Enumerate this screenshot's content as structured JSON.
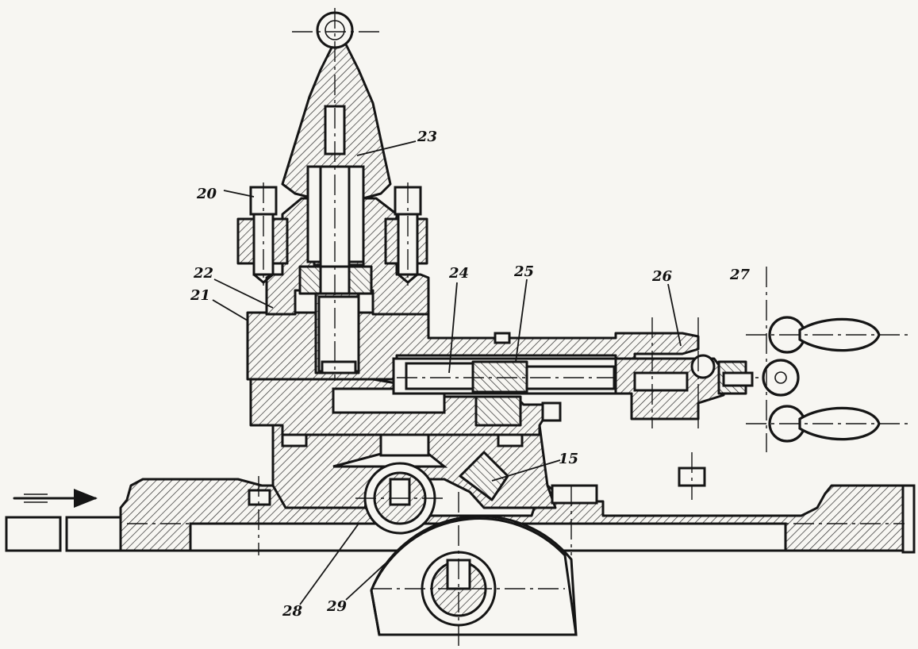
{
  "drawing": {
    "callouts": [
      {
        "id": "20",
        "text": "20"
      },
      {
        "id": "21",
        "text": "21"
      },
      {
        "id": "22",
        "text": "22"
      },
      {
        "id": "23",
        "text": "23"
      },
      {
        "id": "24",
        "text": "24"
      },
      {
        "id": "25",
        "text": "25"
      },
      {
        "id": "26",
        "text": "26"
      },
      {
        "id": "27",
        "text": "27"
      },
      {
        "id": "15",
        "text": "15"
      },
      {
        "id": "28",
        "text": "28"
      },
      {
        "id": "29",
        "text": "29"
      }
    ],
    "colors": {
      "ink": "#151515",
      "paper": "#f7f6f2"
    }
  }
}
